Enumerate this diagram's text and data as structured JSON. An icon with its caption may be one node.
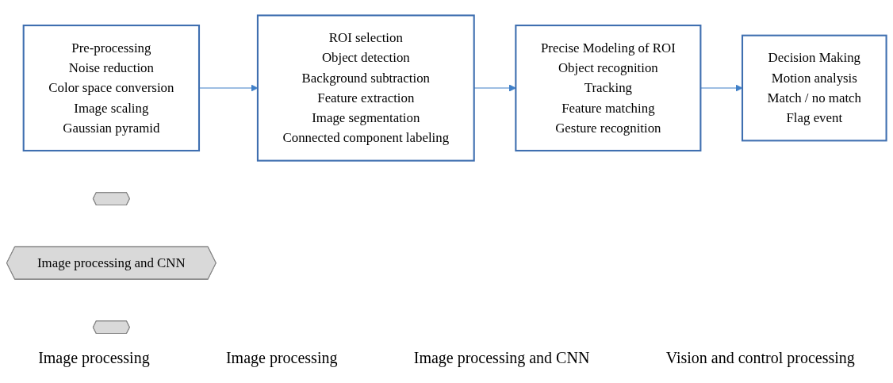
{
  "diagram": {
    "nodes": [
      {
        "text": [
          "Pre-processing",
          "Noise reduction",
          "Color space conversion",
          "Image scaling",
          "Gaussian pyramid"
        ]
      },
      {
        "text": [
          "ROI selection",
          "Object detection",
          "Background subtraction",
          "Feature extraction",
          "Image segmentation",
          "Connected component labeling"
        ]
      },
      {
        "text": [
          "Precise Modeling of ROI",
          "Object recognition",
          "Tracking",
          "Feature matching",
          "Gesture recognition"
        ]
      },
      {
        "text": [
          "Decision Making",
          "Motion analysis",
          "Match / no match",
          "Flag event"
        ]
      },
      {
        "text": [],
        "shape": "arrow"
      },
      {
        "text": [
          "Image processing and CNN"
        ]
      },
      {
        "text": [],
        "shape": "arrow"
      }
    ],
    "edges": [
      {
        "from": 0,
        "to": 1,
        "arrow": "to"
      },
      {
        "from": 1,
        "to": 2,
        "arrow": "to"
      },
      {
        "from": 2,
        "to": 3,
        "arrow": "to"
      }
    ],
    "labels": [
      "Image processing",
      "Image processing",
      "Image processing and CNN",
      "Vision and control processing"
    ]
  }
}
